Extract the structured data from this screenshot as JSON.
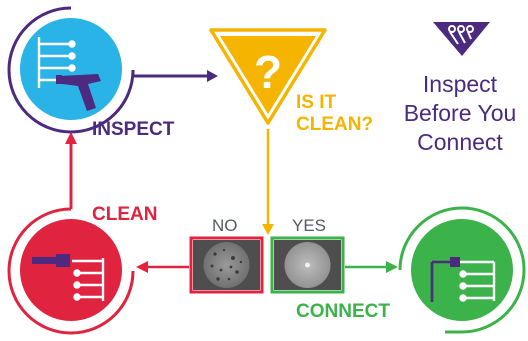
{
  "steps": {
    "inspect": "INSPECT",
    "question_line1": "IS IT",
    "question_line2": "CLEAN?",
    "clean": "CLEAN",
    "connect": "CONNECT"
  },
  "samples": {
    "no": "NO",
    "yes": "YES"
  },
  "slogan": {
    "line1": "Inspect",
    "line2": "Before You",
    "line3": "Connect"
  },
  "colors": {
    "inspect": "#4b2a7f",
    "inspect_circle": "#29b3e6",
    "question": "#f5b400",
    "clean": "#e0233f",
    "connect": "#3bb24a"
  },
  "icons": {
    "inspect": "inspection-probe-icon",
    "question": "question-triangle-icon",
    "clean": "cleaning-tool-icon",
    "connect": "fiber-connector-icon",
    "logo": "brand-logo-icon"
  }
}
